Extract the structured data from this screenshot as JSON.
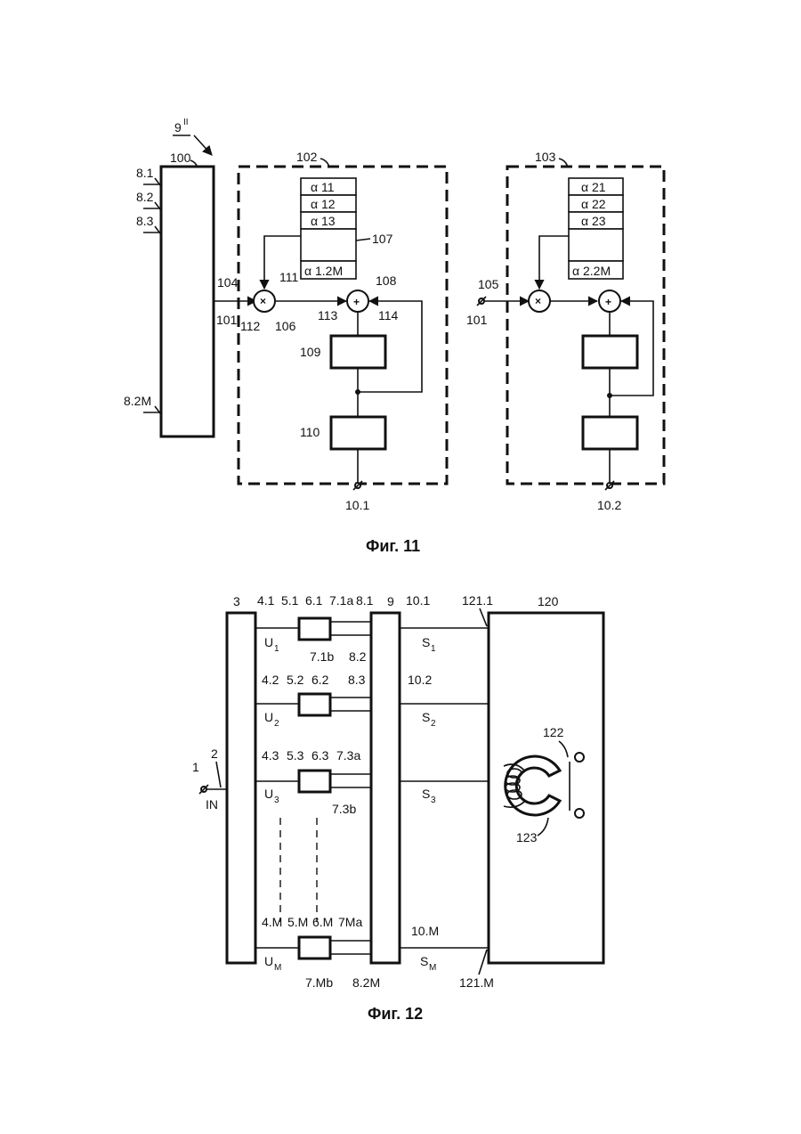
{
  "fig11": {
    "caption": "Фиг. 11",
    "labels": {
      "ref9": "9",
      "ref9sup": "II",
      "n100": "100",
      "n102": "102",
      "n103": "103",
      "in81": "8.1",
      "in82": "8.2",
      "in83": "8.3",
      "in82M": "8.2M",
      "n104": "104",
      "n101a": "101",
      "n105": "105",
      "n101b": "101",
      "n111": "111",
      "n112": "112",
      "n106": "106",
      "n108": "108",
      "n113": "113",
      "n114": "114",
      "n107": "107",
      "n109": "109",
      "n110": "110",
      "out1": "10.1",
      "out2": "10.2",
      "mul": "×",
      "add": "+",
      "mul2": "×",
      "add2": "+"
    },
    "coef_a": [
      "α 11",
      "α 12",
      "α 13",
      "",
      "α 1.2M"
    ],
    "coef_b": [
      "α 21",
      "α 22",
      "α 23",
      "",
      "α 2.2M"
    ]
  },
  "fig12": {
    "caption": "Фиг. 12",
    "labels": {
      "n1": "1",
      "n2": "2",
      "in_label": "IN",
      "n3": "3",
      "n9": "9",
      "n120": "120",
      "n122": "122",
      "n123": "123",
      "n121_1": "121.1",
      "n121_M": "121.M"
    },
    "rows": [
      {
        "a": "4.1",
        "b": "5.1",
        "c": "6.1",
        "d": "7.1a",
        "e": "8.1",
        "f": "10.1",
        "u": "U",
        "us": "1",
        "s": "S",
        "ss": "1",
        "lo1": "7.1b",
        "lo2": "8.2"
      },
      {
        "a": "4.2",
        "b": "5.2",
        "c": "6.2",
        "d": "",
        "e": "8.3",
        "f": "10.2",
        "u": "U",
        "us": "2",
        "s": "S",
        "ss": "2",
        "lo1": "",
        "lo2": ""
      },
      {
        "a": "4.3",
        "b": "5.3",
        "c": "6.3",
        "d": "7.3a",
        "e": "",
        "f": "",
        "u": "U",
        "us": "3",
        "s": "S",
        "ss": "3",
        "lo1": "7.3b",
        "lo2": ""
      },
      {
        "a": "4.M",
        "b": "5.M",
        "c": "6.M",
        "d": "7Ma",
        "e": "",
        "f": "10.M",
        "u": "U",
        "us": "M",
        "s": "S",
        "ss": "M",
        "lo1": "7.Mb",
        "lo2": "8.2M"
      }
    ]
  }
}
